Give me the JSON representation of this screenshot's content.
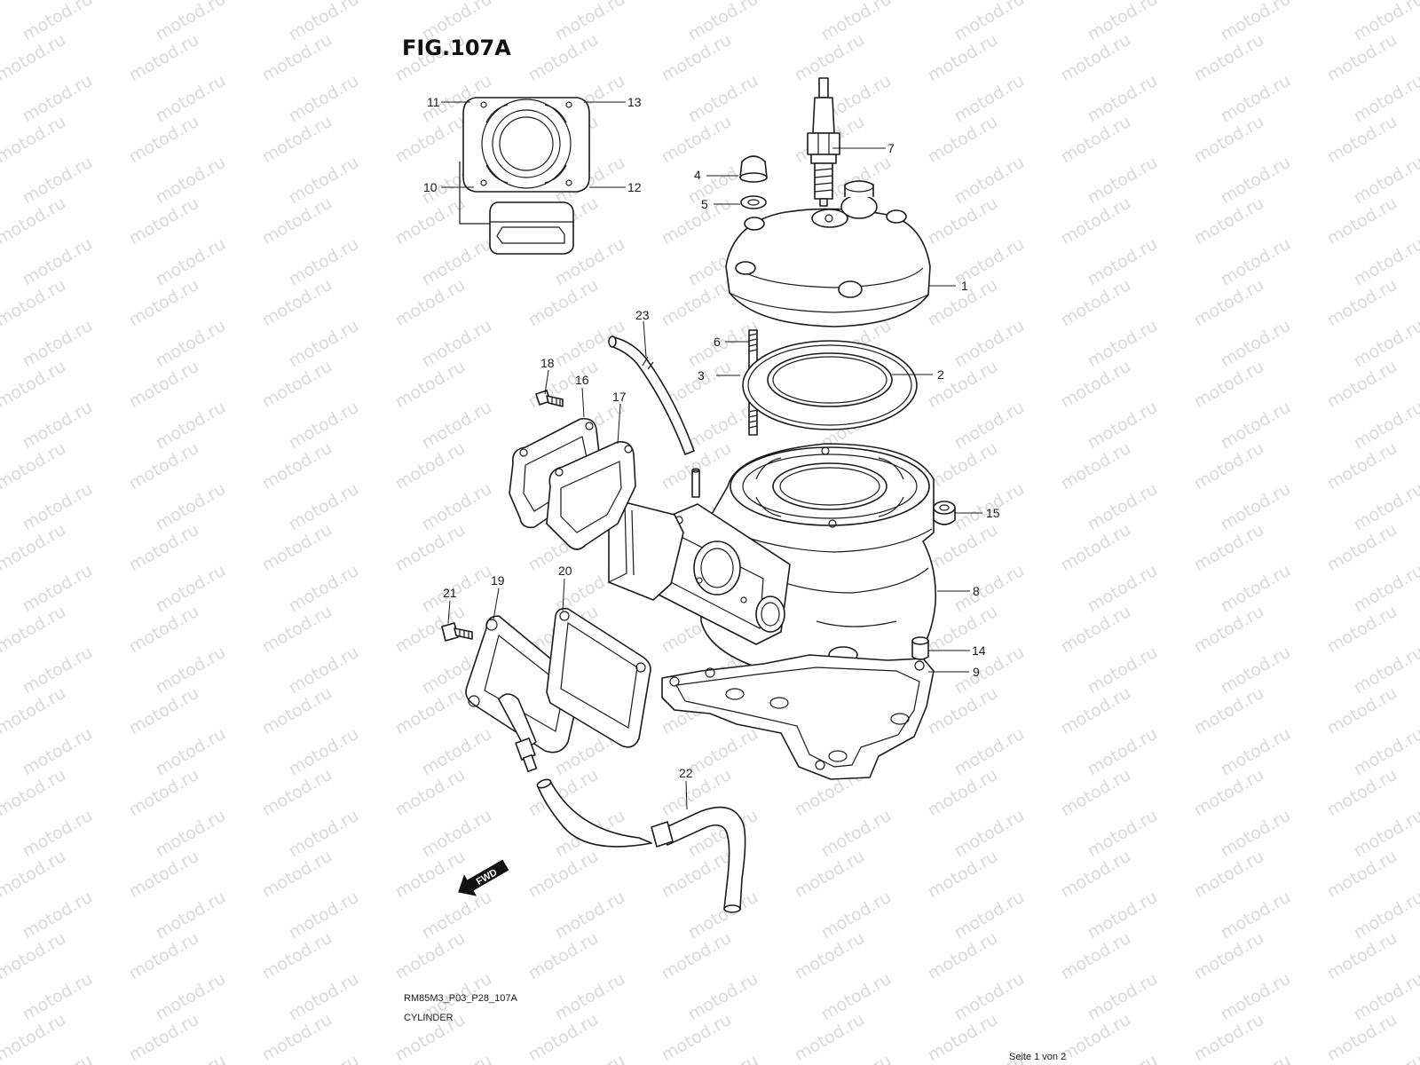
{
  "figure_title": "FIG.107A",
  "watermark": "motod.ru",
  "drawing_code": "RM85M3_P03_P28_107A",
  "caption": "CYLINDER",
  "page_indicator": "Seite 1 von 2",
  "fwd_label": "FWD",
  "callouts": {
    "c1": "1",
    "c2": "2",
    "c3": "3",
    "c4": "4",
    "c5": "5",
    "c6": "6",
    "c7": "7",
    "c8": "8",
    "c9": "9",
    "c10": "10",
    "c11": "11",
    "c12": "12",
    "c13": "13",
    "c14": "14",
    "c15": "15",
    "c16": "16",
    "c17": "17",
    "c18": "18",
    "c19": "19",
    "c20": "20",
    "c21": "21",
    "c22": "22",
    "c23": "23"
  }
}
